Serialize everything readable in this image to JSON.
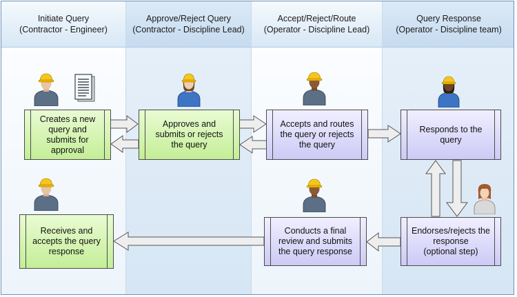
{
  "lanes": [
    {
      "title": "Initiate Query",
      "subtitle": "(Contractor - Engineer)"
    },
    {
      "title": "Approve/Reject Query",
      "subtitle": "(Contractor - Discipline Lead)"
    },
    {
      "title": "Accept/Reject/Route",
      "subtitle": "(Operator - Discipline Lead)"
    },
    {
      "title": "Query Response",
      "subtitle": "(Operator -  Discipline team)"
    }
  ],
  "steps": {
    "create": "Creates a new\nquery and\nsubmits for\napproval",
    "approve": "Approves and\nsubmits or rejects\nthe query",
    "accept": "Accepts and routes\nthe query or rejects\nthe query",
    "respond": "Responds to the\nquery",
    "endorse": "Endorses/rejects the\nresponse\n(optional step)",
    "review": "Conducts a final\nreview and submits\nthe query response",
    "receive": "Receives and\naccepts the query\nresponse"
  },
  "icons": {
    "person_hat": "worker-with-hard-hat-icon",
    "person_plain": "person-icon",
    "document": "document-icon"
  },
  "colors": {
    "header_blue": "#d8e8f6",
    "box_green": "#c4ee97",
    "box_purple": "#cdcaf6",
    "hard_hat": "#f7c61b",
    "arrow_fill": "#eeeeee"
  }
}
